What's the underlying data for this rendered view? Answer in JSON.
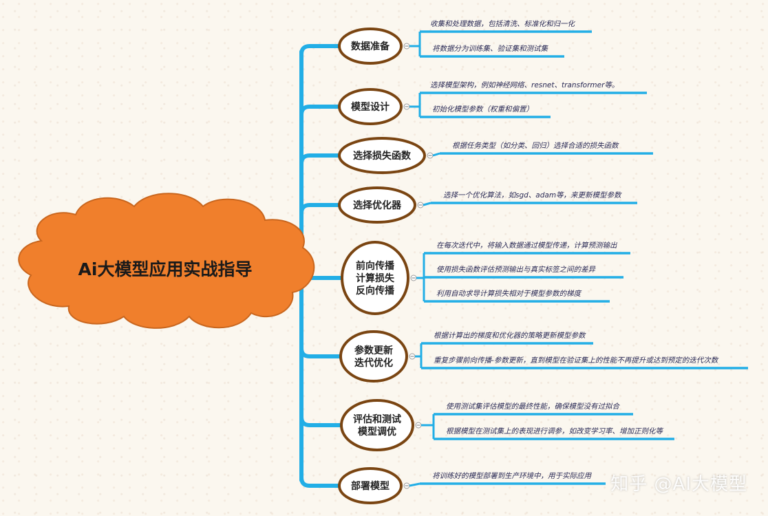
{
  "root": {
    "label": "Ai大模型应用实战指导"
  },
  "colors": {
    "cloud": "#f07f2c",
    "cloud_edge": "#c9661e",
    "connector": "#22aee6",
    "node_border": "#7a4512",
    "node_fill": "#ffffff"
  },
  "branches": [
    {
      "lines": [
        "数据准备"
      ],
      "leaves": [
        "收集和处理数据，包括清洗、标准化和归一化",
        "将数据分为训练集、验证集和测试集"
      ]
    },
    {
      "lines": [
        "模型设计"
      ],
      "leaves": [
        "选择模型架构，例如神经网络、resnet、transformer等。",
        "初始化模型参数（权重和偏置）"
      ]
    },
    {
      "lines": [
        "选择损失函数"
      ],
      "leaves": [
        "根据任务类型（如分类、回归）选择合适的损失函数"
      ]
    },
    {
      "lines": [
        "选择优化器"
      ],
      "leaves": [
        "选择一个优化算法，如sgd、adam等，来更新模型参数"
      ]
    },
    {
      "lines": [
        "前向传播",
        "计算损失",
        "反向传播"
      ],
      "leaves": [
        "在每次迭代中，将输入数据通过模型传递，计算预测输出",
        "使用损失函数评估预测输出与真实标签之间的差异",
        "利用自动求导计算损失相对于模型参数的梯度"
      ]
    },
    {
      "lines": [
        "参数更新",
        "迭代优化"
      ],
      "leaves": [
        "根据计算出的梯度和优化器的策略更新模型参数",
        "重复步骤前向传播-参数更新，直到模型在验证集上的性能不再提升或达到预定的迭代次数"
      ]
    },
    {
      "lines": [
        "评估和测试",
        "模型调优"
      ],
      "leaves": [
        "使用测试集评估模型的最终性能，确保模型没有过拟合",
        "根据模型在测试集上的表现进行调参，如改变学习率、增加正则化等"
      ]
    },
    {
      "lines": [
        "部署模型"
      ],
      "leaves": [
        "将训练好的模型部署到生产环境中，用于实际应用"
      ]
    }
  ],
  "watermark": "知乎 @AI大模型"
}
